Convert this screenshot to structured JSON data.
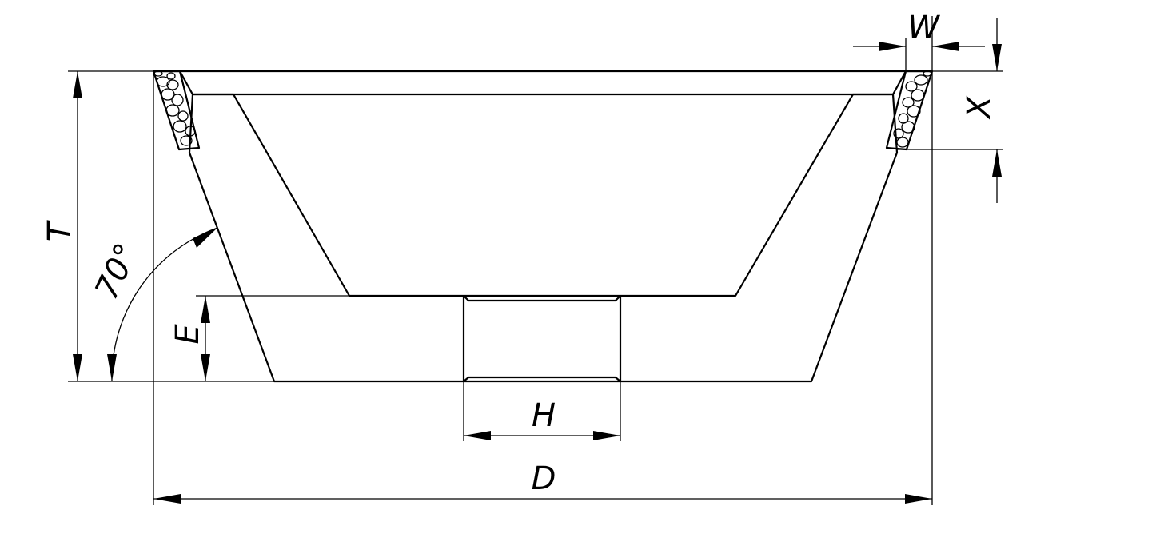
{
  "drawing": {
    "labels": {
      "T": "T",
      "W": "W",
      "X": "X",
      "E": "E",
      "H": "H",
      "D": "D",
      "angle": "70°"
    },
    "colors": {
      "body_fill": "#ecebd6",
      "line": "#000000",
      "background": "#ffffff"
    }
  }
}
